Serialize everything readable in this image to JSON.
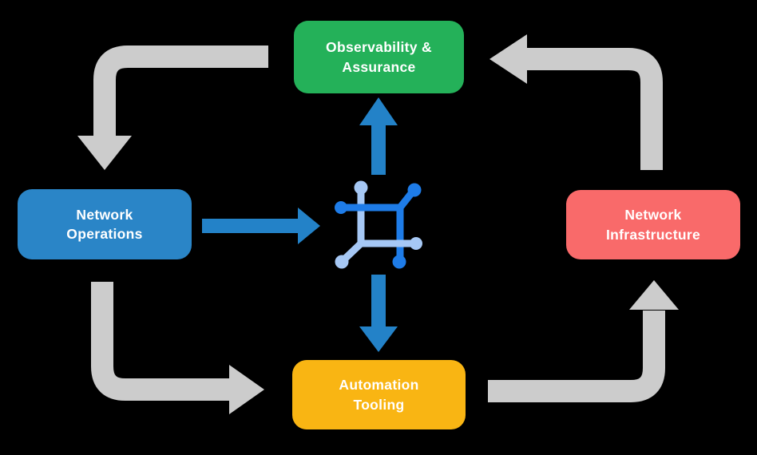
{
  "nodes": {
    "observability": {
      "label": "Observability &\nAssurance",
      "color": "#24b159"
    },
    "operations": {
      "label": "Network\nOperations",
      "color": "#2a85c7"
    },
    "infrastructure": {
      "label": "Network\nInfrastructure",
      "color": "#f96a6a"
    },
    "automation": {
      "label": "Automation\nTooling",
      "color": "#f9b513"
    }
  },
  "center_icon": {
    "name": "network-automation-icon",
    "dark_color": "#1e7ce8",
    "light_color": "#a6c8f5"
  },
  "arrows": {
    "outer": [
      {
        "name": "observability-to-operations",
        "direction": "down"
      },
      {
        "name": "operations-to-automation",
        "direction": "right"
      },
      {
        "name": "automation-to-infrastructure",
        "direction": "up"
      },
      {
        "name": "infrastructure-to-observability",
        "direction": "left"
      }
    ],
    "inner": [
      {
        "name": "operations-to-center",
        "direction": "right"
      },
      {
        "name": "center-to-observability",
        "direction": "up"
      },
      {
        "name": "center-to-automation",
        "direction": "down"
      }
    ]
  },
  "colors": {
    "background": "#000000",
    "node_text": "#ffffff",
    "gray_arrow": "#cccccc",
    "blue_arrow": "#2382c8",
    "icon_dark": "#1e7ce8",
    "icon_light": "#a6c8f5"
  }
}
